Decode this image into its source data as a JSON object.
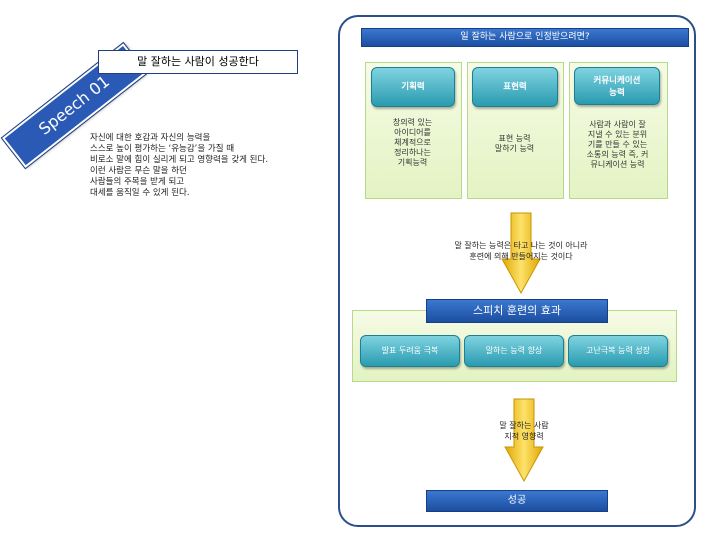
{
  "badge": {
    "label": "Speech 01"
  },
  "title": "말 잘하는 사람이 성공한다",
  "left_text": [
    "자신에 대한 호감과 자신의 능력을",
    "스스로 높이 평가하는 ‘유능감’을 가질 때",
    "비로소 말에 힘이 실리게 되고 영향력을 갖게 된다.",
    "이런 사람은 무슨 말을 하던",
    "사람들의 주목을 받게 되고",
    "대세를 움직일 수 있게 된다."
  ],
  "panel": {
    "top_bar": "일 잘하는 사람으로 인정받으려면?",
    "columns": [
      {
        "heading": [
          "기획력"
        ],
        "text": [
          "창의력 있는",
          "아이디어를",
          "체계적으로",
          "정리하나는",
          "기획능력"
        ]
      },
      {
        "heading": [
          "표현력"
        ],
        "text": [
          "표현 능력",
          "말하기 능력"
        ]
      },
      {
        "heading": [
          "커뮤니케이션",
          "능력"
        ],
        "text": [
          "사람과 사람이 잘",
          "지낼 수 있는 분위",
          "기를 만들 수 있는",
          "소통의 능력 즉, 커",
          "뮤니케이션 능력"
        ]
      }
    ],
    "arrow1_label": [
      "말 잘하는 능력은 타고 나는 것이 아니라",
      "훈련에 의해 만들어지는 것이다"
    ],
    "effect_title": "스피치 훈련의 효과",
    "effects": [
      "발표 두려움 극복",
      "말하는 능력 향상",
      "고난극복 능력 성장"
    ],
    "arrow2_label": [
      "말 잘하는 사람",
      "지적 영향력"
    ],
    "success": "성공"
  },
  "colors": {
    "accent": "#1f4fa3",
    "teal": "#2a9bb0",
    "green_fill": "#e8f5cf",
    "arrow": "#f2c21a"
  }
}
